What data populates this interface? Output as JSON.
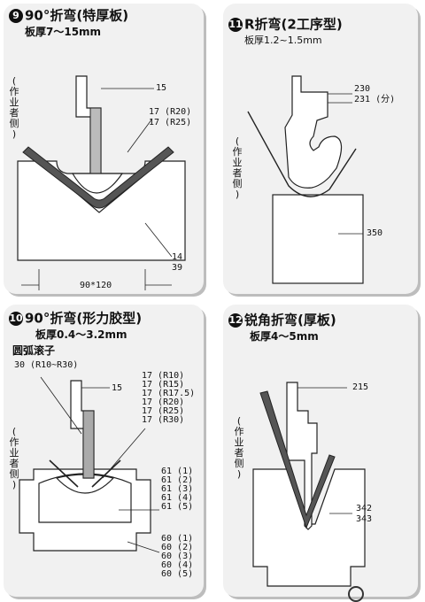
{
  "panels": [
    {
      "number": "9",
      "title": "90°折弯(特厚板)",
      "thickness": "板厚7～15mm",
      "side": [
        "(",
        "作",
        "业",
        "者",
        "侧",
        ")"
      ],
      "labels": [
        "15",
        "17 (R20)",
        "17 (R25)",
        "14",
        "39",
        "90*120"
      ]
    },
    {
      "number": "11",
      "title": "R折弯(2工序型)",
      "thickness": "板厚1.2~1.5mm",
      "side": [
        "(",
        "作",
        "业",
        "者",
        "侧",
        ")"
      ],
      "labels": [
        "230",
        "231 (分)",
        "350"
      ]
    },
    {
      "number": "10",
      "title": "90°折弯(形力胶型)",
      "thickness": "板厚0.4～3.2mm",
      "roller": "圆弧滚子",
      "roller_spec": "30 (R10~R30)",
      "side": [
        "(",
        "作",
        "业",
        "者",
        "侧",
        ")"
      ],
      "labels": [
        "15"
      ],
      "r_list": [
        "17 (R10)",
        "17 (R15)",
        "17 (R17.5)",
        "17 (R20)",
        "17 (R25)",
        "17 (R30)"
      ],
      "list_61": [
        "61 (1)",
        "61 (2)",
        "61 (3)",
        "61 (4)",
        "61 (5)"
      ],
      "list_60": [
        "60 (1)",
        "60 (2)",
        "60 (3)",
        "60 (4)",
        "60 (5)"
      ]
    },
    {
      "number": "12",
      "title": "锐角折弯(厚板)",
      "thickness": "板厚4～5mm",
      "side": [
        "(",
        "作",
        "业",
        "者",
        "侧",
        ")"
      ],
      "labels": [
        "215",
        "342",
        "343"
      ]
    }
  ]
}
